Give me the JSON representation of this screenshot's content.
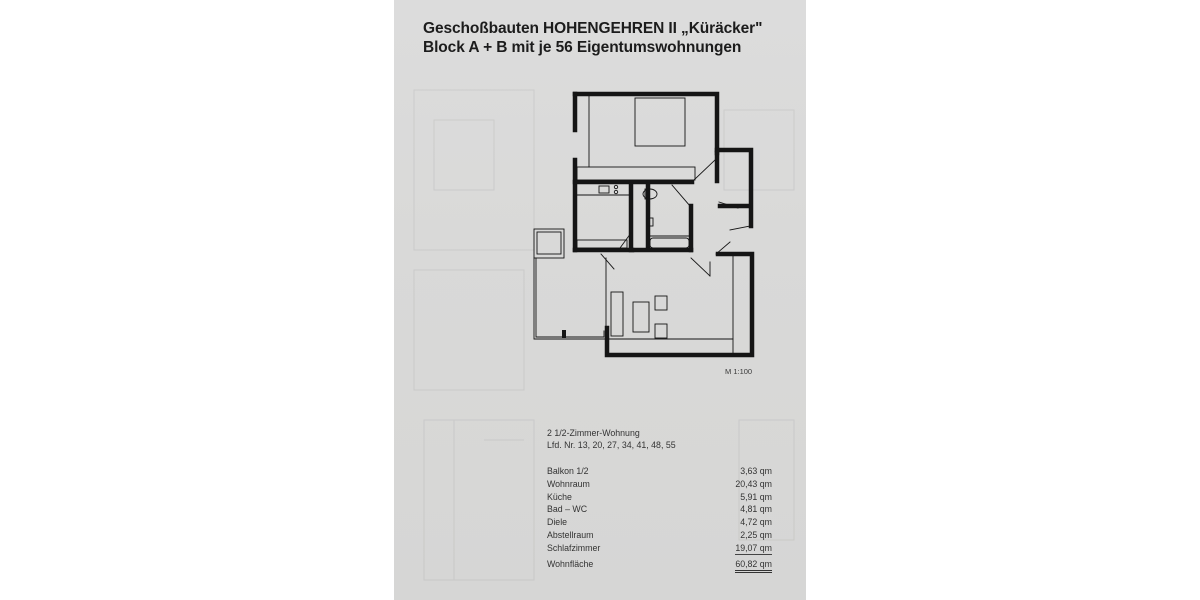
{
  "document": {
    "title_line_1": "Geschoßbauten HOHENGEHREN II „Küräcker\"",
    "title_line_2": "Block A + B mit je 56 Eigentumswohnungen",
    "scale": "M 1:100",
    "unit_type": "2 1/2-Zimmer-Wohnung",
    "unit_numbers": "Lfd. Nr. 13, 20, 27, 34, 41, 48, 55",
    "rooms": [
      {
        "name": "Balkon 1/2",
        "area": "3,63 qm"
      },
      {
        "name": "Wohnraum",
        "area": "20,43 qm"
      },
      {
        "name": "Küche",
        "area": "5,91 qm"
      },
      {
        "name": "Bad – WC",
        "area": "4,81 qm"
      },
      {
        "name": "Diele",
        "area": "4,72 qm"
      },
      {
        "name": "Abstellraum",
        "area": "2,25 qm"
      },
      {
        "name": "Schlafzimmer",
        "area": "19,07 qm"
      }
    ],
    "total": {
      "name": "Wohnfläche",
      "area": "60,82 qm"
    }
  },
  "colors": {
    "paper": "#d9d9d8",
    "ink": "#1c1c1c",
    "background": "#ffffff"
  }
}
